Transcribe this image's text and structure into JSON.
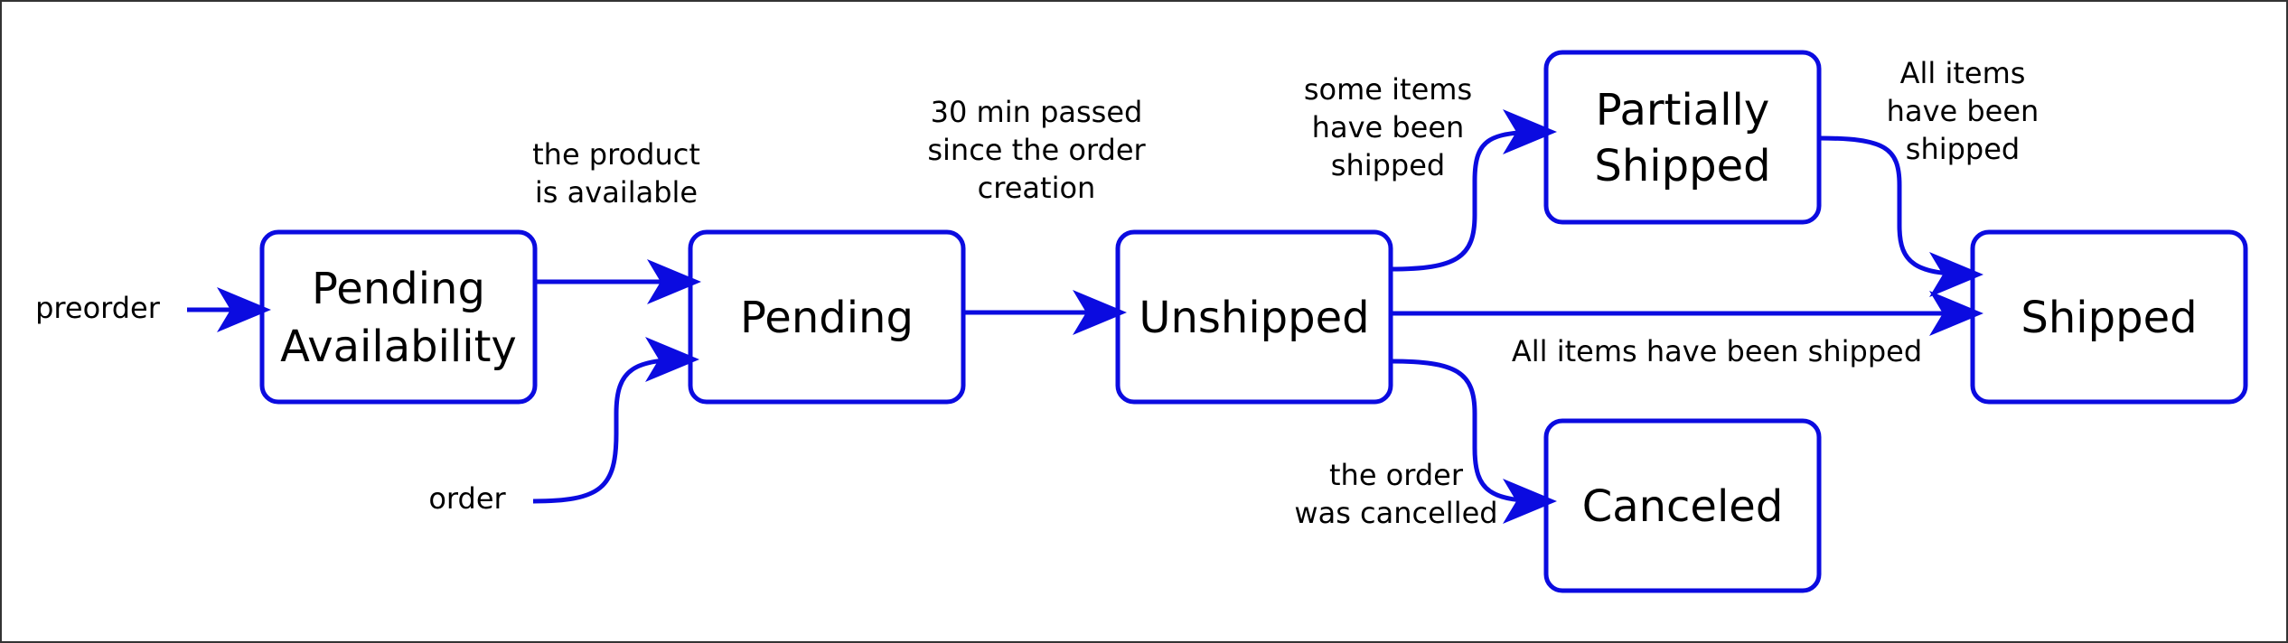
{
  "colors": {
    "accent": "#0b0be0",
    "box_fill": "#ffffff",
    "text": "#000000",
    "frame": "#333333"
  },
  "states": {
    "pending_availability": [
      "Pending",
      "Availability"
    ],
    "pending": [
      "Pending"
    ],
    "unshipped": [
      "Unshipped"
    ],
    "partially_shipped": [
      "Partially",
      "Shipped"
    ],
    "shipped": [
      "Shipped"
    ],
    "canceled": [
      "Canceled"
    ]
  },
  "entry_labels": {
    "preorder": [
      "preorder"
    ],
    "order": [
      "order"
    ]
  },
  "transition_labels": {
    "product_available": [
      "the product",
      "is available"
    ],
    "thirty_min": [
      "30 min passed",
      "since the order",
      "creation"
    ],
    "some_items": [
      "some items",
      "have been",
      "shipped"
    ],
    "all_items_partial": [
      "All items",
      "have been",
      "shipped"
    ],
    "all_items_direct": [
      "All items have been shipped"
    ],
    "order_cancelled": [
      "the order",
      "was cancelled"
    ]
  }
}
